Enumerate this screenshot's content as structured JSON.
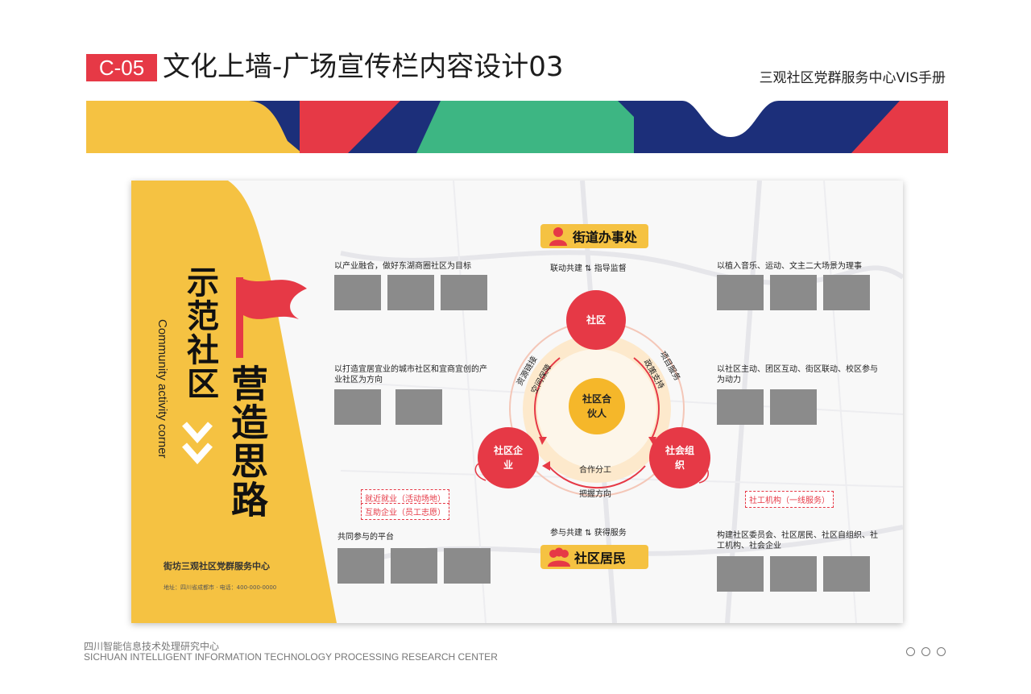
{
  "header": {
    "code": "C-05",
    "title": "文化上墙-广场宣传栏内容设计03",
    "manual": "三观社区党群服务中心VIS手册"
  },
  "colors": {
    "red": "#e63946",
    "yellow": "#f5c242",
    "navy": "#1c2f7a",
    "green": "#3db683",
    "gray_photo": "#8b8b8b"
  },
  "board": {
    "headline_1": "示范社区",
    "headline_2": "营造思路",
    "english": "Community activity corner",
    "footer_line": "街坊三观社区党群服务中心",
    "footer_small": "地址：四川省成都市 · 电话：400-000-0000",
    "top_bubble": "街道办事处",
    "bottom_bubble": "社区居民",
    "center_node": "社区合伙人",
    "node_top": "社区",
    "node_left": "社区企业",
    "node_right": "社会组织",
    "top_link": "联动共建 ⇅ 指导监督",
    "bottom_link": "参与共建 ⇅ 获得服务",
    "arc_left_1": "资源链接",
    "arc_left_2": "空间保障",
    "arc_right_1": "项目服务",
    "arc_right_2": "政策支持",
    "arc_bottom_1": "合作分工",
    "arc_bottom_2": "把握方向",
    "tag_left_1": "就近就业（活动场地）",
    "tag_left_2": "互助企业（员工志愿）",
    "tag_right": "社工机构（一线服务）",
    "caption_tl": "以产业融合，做好东湖商圈社区为目标",
    "caption_ml": "以打造宜居宜业的城市社区和宜商宜创的产业社区为方向",
    "caption_bl": "共同参与的平台",
    "caption_tr": "以植入音乐、运动、文主二大场景为理事",
    "caption_mr": "以社区主动、团区互动、街区联动、校区参与为动力",
    "caption_br": "构建社区委员会、社区居民、社区自组织、社工机构、社会企业"
  },
  "footer": {
    "org_cn": "四川智能信息技术处理研究中心",
    "org_en": "SICHUAN INTELLIGENT INFORMATION TECHNOLOGY  PROCESSING RESEARCH CENTER"
  }
}
